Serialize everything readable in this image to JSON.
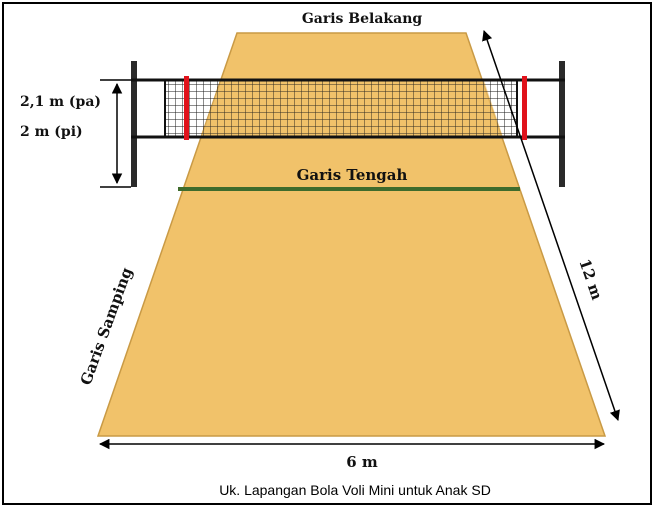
{
  "labels": {
    "back_line": "Garis Belakang",
    "center_line": "Garis Tengah",
    "side_line": "Garis Samping",
    "height_men": "2,1 m (pa)",
    "height_women": "2 m  (pi)",
    "length": "12 m",
    "width": "6 m"
  },
  "caption": "Uk. Lapangan Bola Voli Mini untuk Anak SD",
  "colors": {
    "court": "#f1c26a",
    "court_edge": "#d9a74e",
    "center_line": "#3f6b2c",
    "antenna": "#e0121b",
    "net_mesh": "#1a1a1a",
    "post": "#2a2a2a"
  }
}
